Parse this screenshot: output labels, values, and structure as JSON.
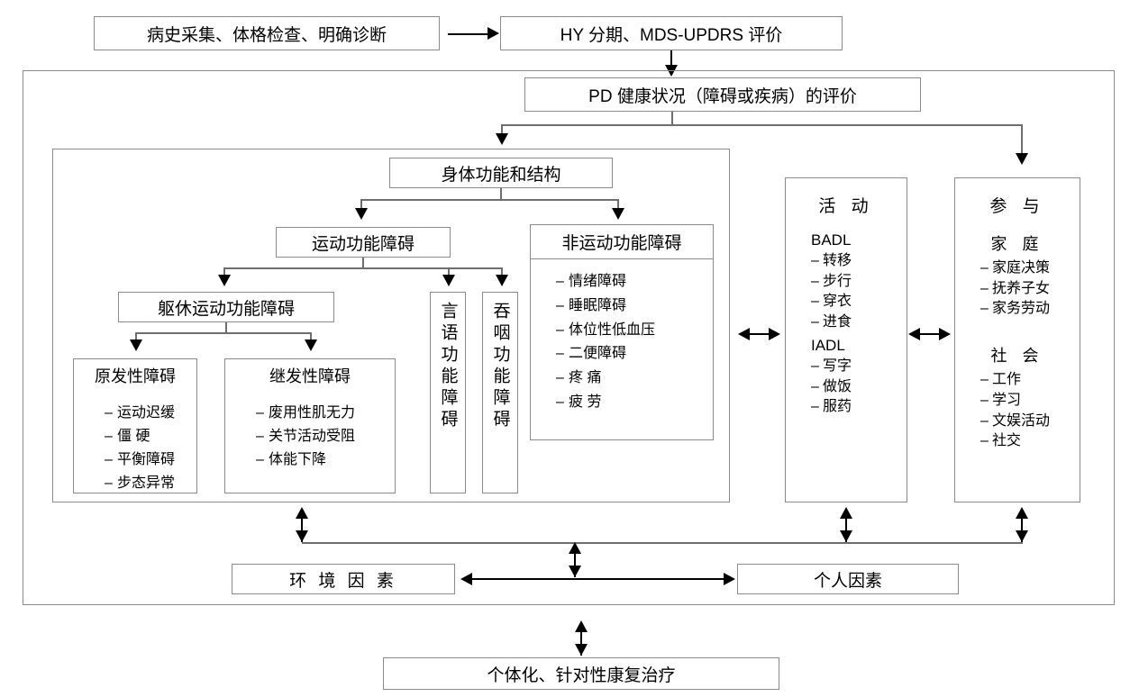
{
  "diagram": {
    "title_flow": {
      "history": "病史采集、体格检查、明确诊断",
      "staging": "HY 分期、MDS-UPDRS 评价",
      "pd_health": "PD 健康状况（障碍或疾病）的评价"
    },
    "body_function": {
      "header": "身体功能和结构",
      "motor": "运动功能障碍",
      "nonmotor": {
        "header": "非运动功能障碍",
        "items": [
          "情绪障碍",
          "睡眠障碍",
          "体位性低血压",
          "二便障碍",
          "疼 痛",
          "疲 劳"
        ]
      },
      "trunk_motor": "躯休运动功能障碍",
      "primary": {
        "header": "原发性障碍",
        "items": [
          "运动迟缓",
          "僵  硬",
          "平衡障碍",
          "步态异常"
        ]
      },
      "secondary": {
        "header": "继发性障碍",
        "items": [
          "废用性肌无力",
          "关节活动受阻",
          "体能下降"
        ]
      },
      "speech": "言语功能障碍",
      "swallow": "吞咽功能障碍"
    },
    "activity": {
      "title": "活 动",
      "groups": [
        {
          "label": "BADL",
          "items": [
            "转移",
            "步行",
            "穿衣",
            "进食"
          ]
        },
        {
          "label": "IADL",
          "items": [
            "写字",
            "做饭",
            "服药"
          ]
        }
      ]
    },
    "participation": {
      "title": "参 与",
      "groups": [
        {
          "label": "家 庭",
          "items": [
            "家庭决策",
            "抚养子女",
            "家务劳动"
          ]
        },
        {
          "label": "社 会",
          "items": [
            "工作",
            "学习",
            "文娱活动",
            "社交"
          ]
        }
      ]
    },
    "contextual": {
      "environment": "环 境 因 素",
      "personal": "个人因素"
    },
    "treatment": "个体化、针对性康复治疗",
    "colors": {
      "line": "#8a8a8a",
      "arrow": "#000000",
      "background": "#ffffff",
      "text": "#000000"
    },
    "dash": "–"
  }
}
